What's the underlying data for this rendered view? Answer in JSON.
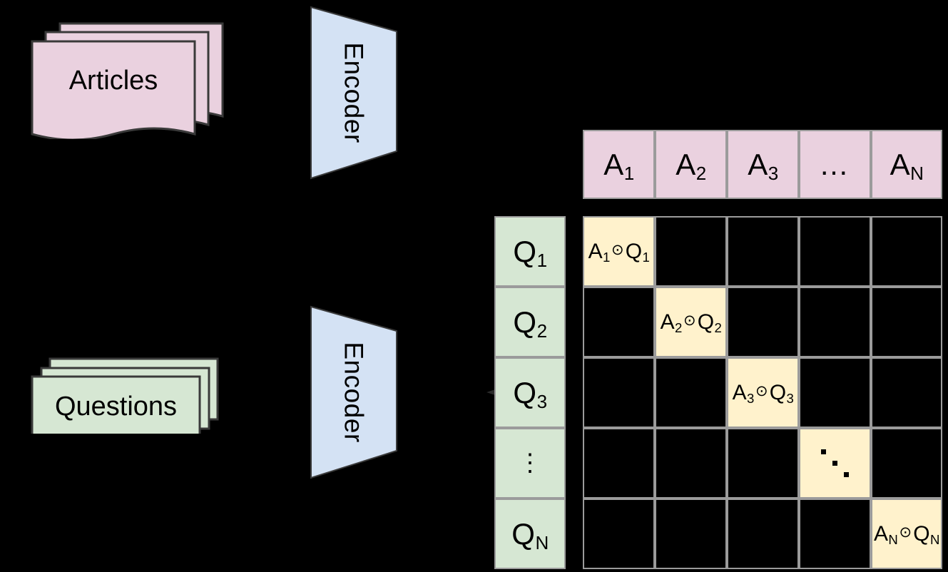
{
  "diagram": {
    "title": "Dual-encoder article-question contrastive matching",
    "background_color": "#000000"
  },
  "palette": {
    "pink": "#EAD1DF",
    "green": "#D6E7D3",
    "cream": "#FFF2CC",
    "blue": "#D4E2F4",
    "border_gray": "#9B9B9B",
    "outline_dark": "#3A3A3A",
    "text": "#000000"
  },
  "inputs": {
    "articles": {
      "label": "Articles",
      "sheet_count": 3,
      "color": "#EAD1DF",
      "shape": "document-stack"
    },
    "questions": {
      "label": "Questions",
      "sheet_count": 3,
      "color": "#D6E7D3",
      "shape": "rectangle-stack"
    }
  },
  "encoders": [
    {
      "label": "Encoder",
      "orientation": "vertical",
      "color": "#D4E2F4",
      "for": "articles"
    },
    {
      "label": "Encoder",
      "orientation": "vertical",
      "color": "#D4E2F4",
      "for": "questions"
    }
  ],
  "article_header": {
    "axis": "columns",
    "cells": [
      {
        "base": "A",
        "sub": "1",
        "is_ellipsis": false
      },
      {
        "base": "A",
        "sub": "2",
        "is_ellipsis": false
      },
      {
        "base": "A",
        "sub": "3",
        "is_ellipsis": false
      },
      {
        "base": "…",
        "sub": "",
        "is_ellipsis": true
      },
      {
        "base": "A",
        "sub": "N",
        "is_ellipsis": false
      }
    ]
  },
  "question_header": {
    "axis": "rows",
    "cells": [
      {
        "base": "Q",
        "sub": "1",
        "is_ellipsis": false
      },
      {
        "base": "Q",
        "sub": "2",
        "is_ellipsis": false
      },
      {
        "base": "Q",
        "sub": "3",
        "is_ellipsis": false
      },
      {
        "base": "⋮",
        "sub": "",
        "is_ellipsis": true
      },
      {
        "base": "Q",
        "sub": "N",
        "is_ellipsis": false
      }
    ]
  },
  "similarity_matrix": {
    "rows": 5,
    "cols": 5,
    "operator": "⊙",
    "highlight_color": "#FFF2CC",
    "empty_color": "transparent",
    "diagonal_cells": [
      {
        "row": 0,
        "col": 0,
        "left_base": "A",
        "left_sub": "1",
        "op": "⊙",
        "right_base": "Q",
        "right_sub": "1",
        "is_ellipsis": false
      },
      {
        "row": 1,
        "col": 1,
        "left_base": "A",
        "left_sub": "2",
        "op": "⊙",
        "right_base": "Q",
        "right_sub": "2",
        "is_ellipsis": false
      },
      {
        "row": 2,
        "col": 2,
        "left_base": "A",
        "left_sub": "3",
        "op": "⊙",
        "right_base": "Q",
        "right_sub": "3",
        "is_ellipsis": false
      },
      {
        "row": 3,
        "col": 3,
        "left_base": "",
        "left_sub": "",
        "op": "⋱",
        "right_base": "",
        "right_sub": "",
        "is_ellipsis": true
      },
      {
        "row": 4,
        "col": 4,
        "left_base": "A",
        "left_sub": "N",
        "op": "⊙",
        "right_base": "Q",
        "right_sub": "N",
        "is_ellipsis": false
      }
    ]
  }
}
